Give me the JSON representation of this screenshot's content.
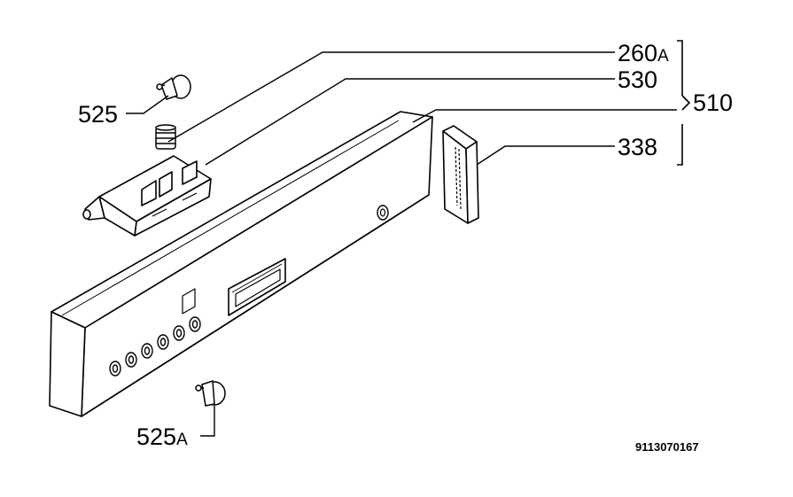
{
  "labels": {
    "part_260": {
      "num": "260",
      "suffix": "A"
    },
    "part_530": {
      "num": "530"
    },
    "part_510": {
      "num": "510"
    },
    "part_338": {
      "num": "338"
    },
    "part_525": {
      "num": "525"
    },
    "part_525a": {
      "num": "525",
      "suffix": "A"
    }
  },
  "drawing_code": "9113070167"
}
